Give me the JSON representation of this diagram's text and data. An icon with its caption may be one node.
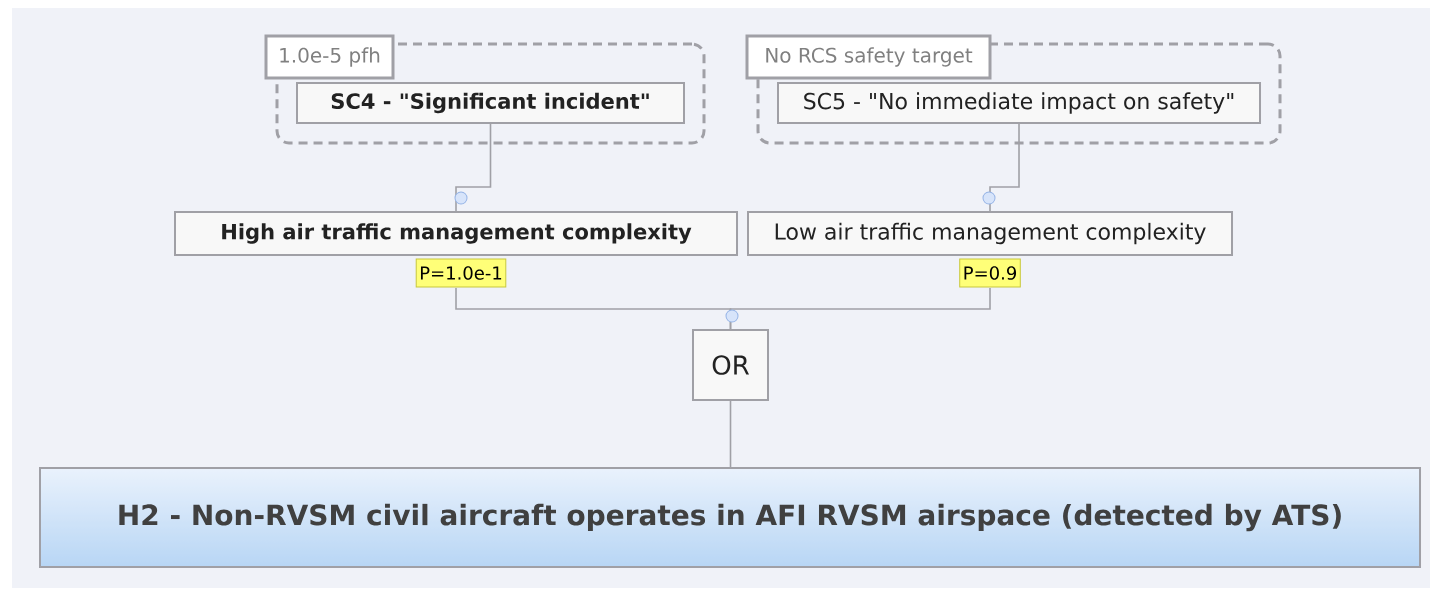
{
  "diagram": {
    "nodes": [
      {
        "text": [
          "1.0e-5 pfh"
        ]
      },
      {
        "text": [
          "SC4 - \"Significant incident\""
        ],
        "in": 0
      },
      {
        "text": [
          "No RCS safety target"
        ]
      },
      {
        "text": [
          "SC5 - \"No immediate impact on safety\""
        ],
        "in": 2
      },
      {
        "text": [
          "High air traffic management complexity"
        ],
        "beside": [
          "P=1.0e-1"
        ]
      },
      {
        "text": [
          "Low air traffic management complexity"
        ],
        "beside": [
          "P=0.9"
        ]
      },
      {
        "text": [
          "OR"
        ]
      },
      {
        "text": [
          "H2 - Non-RVSM civil aircraft operates in AFI RVSM airspace (detected by ATS)"
        ]
      }
    ],
    "edges": [
      {
        "from": 1,
        "to": 4,
        "arrow": "none"
      },
      {
        "from": 3,
        "to": 5,
        "arrow": "none"
      },
      {
        "from": 4,
        "to": 6,
        "arrow": "none"
      },
      {
        "from": 5,
        "to": 6,
        "arrow": "none"
      },
      {
        "from": 6,
        "to": 7,
        "arrow": "none"
      }
    ]
  }
}
